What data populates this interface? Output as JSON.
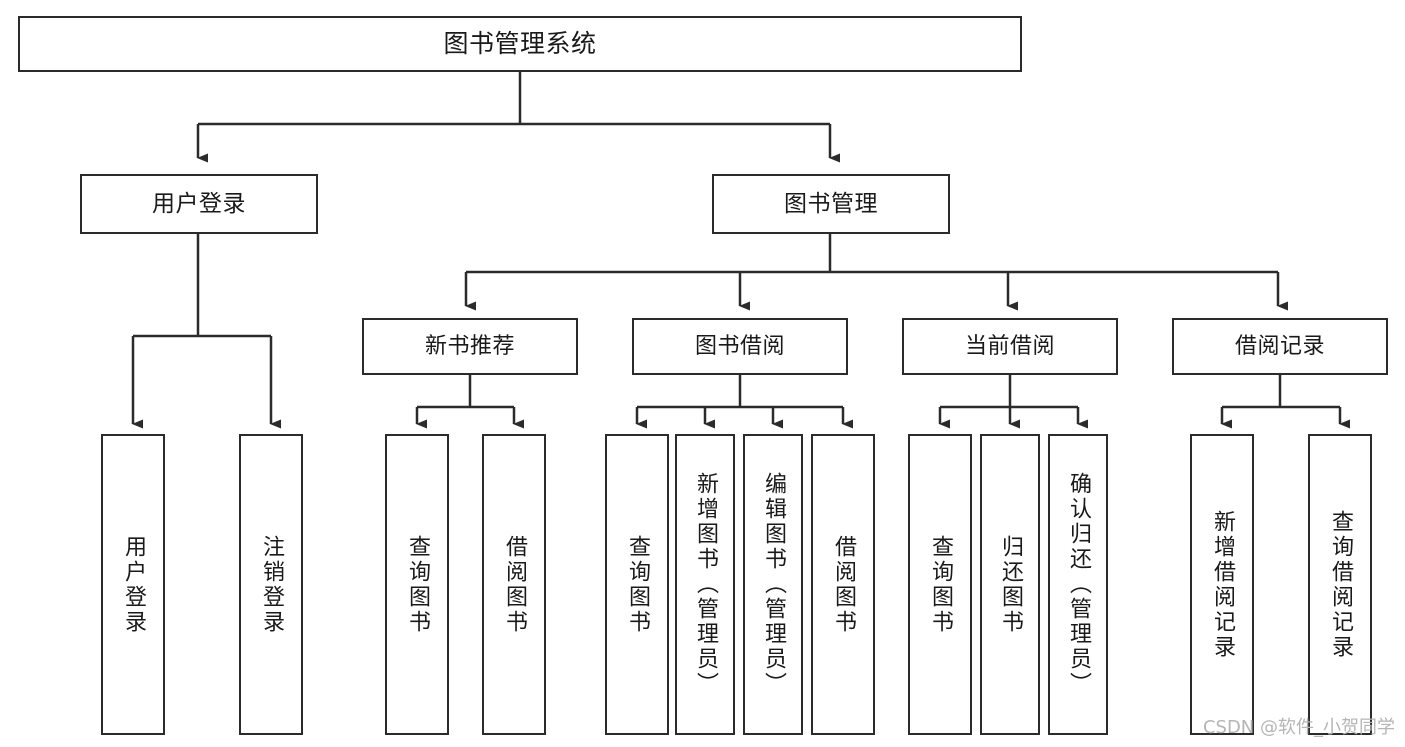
{
  "diagram": {
    "title": "图书管理系统",
    "type": "tree",
    "stroke_color": "#2b2b2b",
    "fill_color": "#ffffff",
    "text_color": "#1a1a1a",
    "watermark": "CSDN @软件_小贺同学",
    "root": {
      "label": "图书管理系统"
    },
    "level2": [
      {
        "label": "用户登录"
      },
      {
        "label": "图书管理"
      }
    ],
    "level3": [
      {
        "label": "新书推荐"
      },
      {
        "label": "图书借阅"
      },
      {
        "label": "当前借阅"
      },
      {
        "label": "借阅记录"
      }
    ],
    "leaves": {
      "user_login": [
        {
          "label": "用户登录"
        },
        {
          "label": "注销登录"
        }
      ],
      "new_book_recommend": [
        {
          "label": "查询图书"
        },
        {
          "label": "借阅图书"
        }
      ],
      "book_borrow": [
        {
          "label": "查询图书"
        },
        {
          "label": "新增图书（管理员）"
        },
        {
          "label": "编辑图书（管理员）"
        },
        {
          "label": "借阅图书"
        }
      ],
      "current_borrow": [
        {
          "label": "查询图书"
        },
        {
          "label": "归还图书"
        },
        {
          "label": "确认归还（管理员）"
        }
      ],
      "borrow_record": [
        {
          "label": "新增借阅记录"
        },
        {
          "label": "查询借阅记录"
        }
      ]
    }
  }
}
